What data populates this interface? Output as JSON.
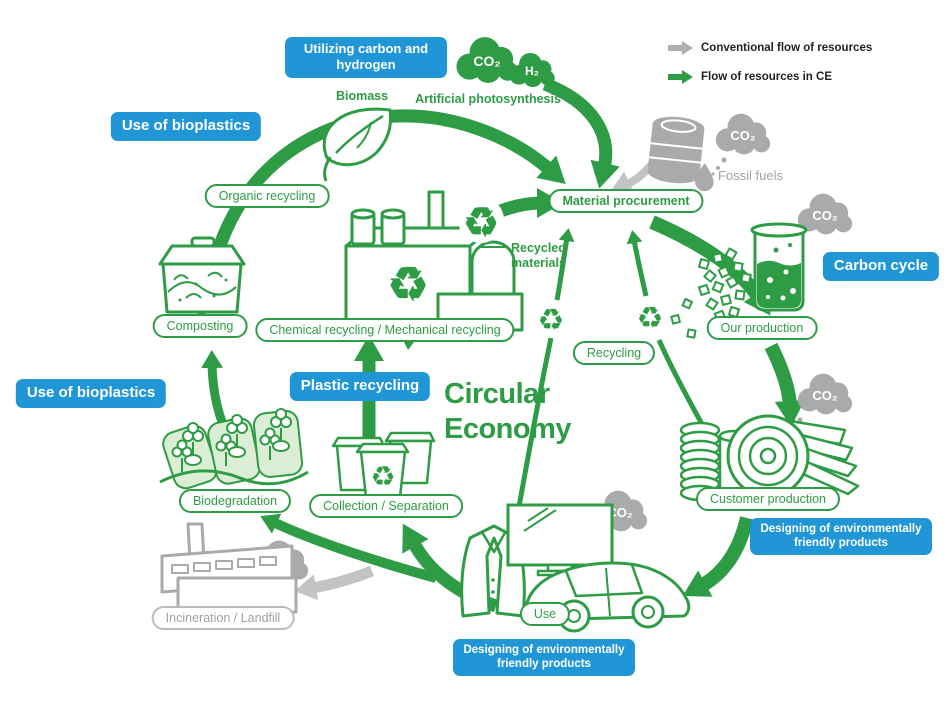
{
  "diagram_title": {
    "line1": "Circular",
    "line2": "Economy"
  },
  "legend": {
    "conventional": "Conventional flow of resources",
    "ce": "Flow of resources in CE"
  },
  "callouts": {
    "utilizing_carbon": "Utilizing carbon and hydrogen",
    "use_of_bioplastics_upper": "Use of bioplastics",
    "use_of_bioplastics_lower": "Use of bioplastics",
    "plastic_recycling": "Plastic recycling",
    "carbon_cycle": "Carbon cycle",
    "designing_right": "Designing of environmentally friendly products",
    "designing_bottom": "Designing of environmentally friendly products"
  },
  "stages": {
    "material_procurement": "Material procurement",
    "our_production": "Our production",
    "customer_production": "Customer production",
    "use": "Use",
    "collection_separation": "Collection / Separation",
    "chemical_mechanical": "Chemical recycling / Mechanical recycling",
    "organic_recycling": "Organic recycling",
    "composting": "Composting",
    "biodegradation": "Biodegradation",
    "recycling": "Recycling",
    "incineration_landfill": "Incineration / Landfill"
  },
  "labels": {
    "biomass": "Biomass",
    "artificial_photosynthesis": "Artificial photosynthesis",
    "recycled_materials": "Recycled materials",
    "fossil_fuels": "Fossil fuels"
  },
  "molecules": {
    "co2": "CO₂",
    "h2": "H₂"
  },
  "colors": {
    "green": "#2E9B45",
    "blue": "#2196D6",
    "gray_icon": "#A8AAAC",
    "gray_arrow": "#C1C3C5",
    "light_green": "#DCEDD6"
  }
}
